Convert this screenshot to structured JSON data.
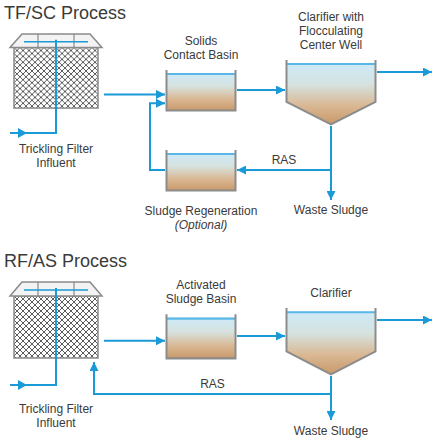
{
  "diagram": {
    "nodes": [
      {
        "text": [
          "Trickling Filter Influent"
        ]
      },
      {
        "text": [
          "Solids Contact Basin"
        ]
      },
      {
        "text": [
          "Clarifier with Flocculating Center Well"
        ]
      },
      {
        "text": [
          "Sludge Regeneration",
          "(Optional)"
        ]
      },
      {
        "text": [
          "Trickling Filter Influent"
        ]
      },
      {
        "text": [
          "Activated Sludge Basin"
        ]
      },
      {
        "text": [
          "Clarifier"
        ]
      }
    ],
    "edges": [
      {
        "from": 0,
        "to": 1,
        "arrow": "to"
      },
      {
        "from": 1,
        "to": 2,
        "arrow": "to"
      },
      {
        "from": 2,
        "to": 3,
        "label": "RAS",
        "arrow": "to"
      },
      {
        "from": 3,
        "to": 1,
        "arrow": "to"
      },
      {
        "from": 4,
        "to": 5,
        "arrow": "to"
      },
      {
        "from": 5,
        "to": 6,
        "arrow": "to"
      },
      {
        "from": 6,
        "to": 4,
        "label": "RAS",
        "arrow": "to"
      }
    ],
    "labels": [
      "TF/SC Process",
      "Waste Sludge",
      "RF/AS Process",
      "Waste Sludge"
    ]
  }
}
